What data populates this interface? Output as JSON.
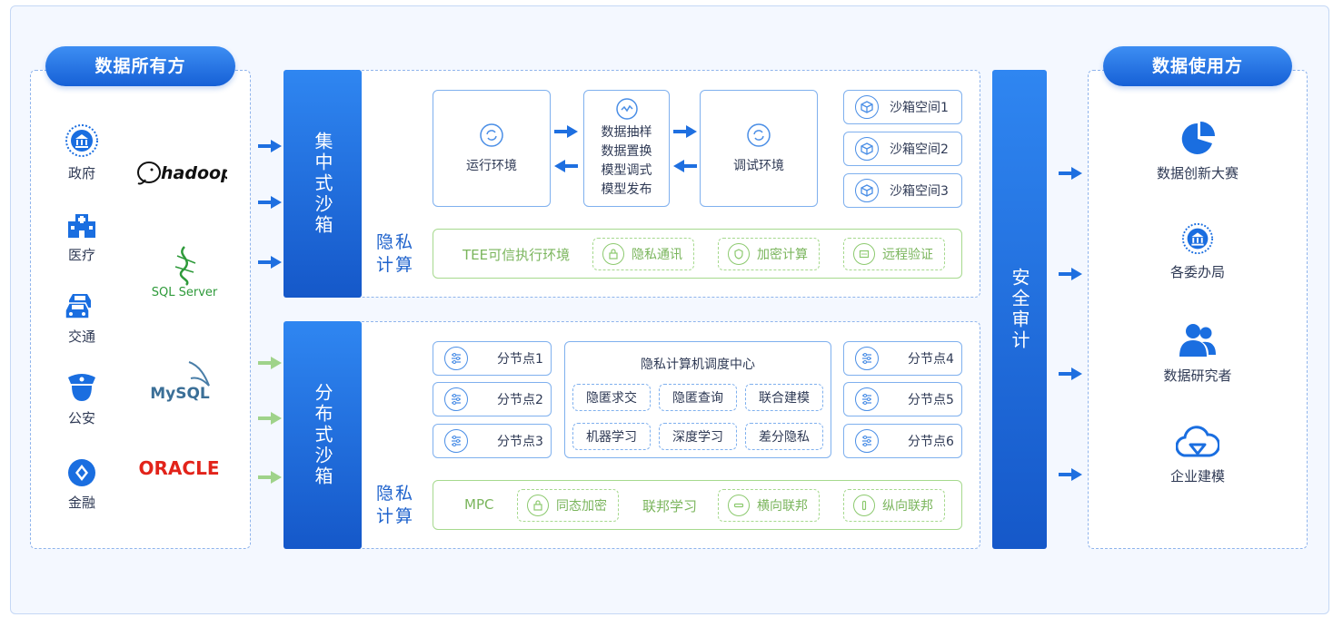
{
  "owners": {
    "title": "数据所有方",
    "items": [
      {
        "label": "政府",
        "icon": "government-badge-icon"
      },
      {
        "label": "医疗",
        "icon": "hospital-icon"
      },
      {
        "label": "交通",
        "icon": "cars-icon"
      },
      {
        "label": "公安",
        "icon": "police-icon"
      },
      {
        "label": "金融",
        "icon": "finance-icon"
      }
    ],
    "databases": [
      {
        "label": "hadoop",
        "icon": "hadoop-elephant-logo"
      },
      {
        "label": "SQL Server",
        "icon": "sql-server-logo"
      },
      {
        "label": "MySQL",
        "icon": "mysql-dolphin-logo"
      },
      {
        "label": "ORACLE",
        "icon": "oracle-logo"
      }
    ]
  },
  "centralized": {
    "title": "集中式沙箱",
    "run_env": "运行环境",
    "ops": [
      "数据抽样",
      "数据置换",
      "模型调式",
      "模型发布"
    ],
    "debug_env": "调试环境",
    "spaces": [
      "沙箱空间1",
      "沙箱空间2",
      "沙箱空间3"
    ],
    "privacy_label": "隐私计算",
    "tee": "TEE可信执行环境",
    "tee_items": [
      "隐私通讯",
      "加密计算",
      "远程验证"
    ]
  },
  "distributed": {
    "title": "分布式沙箱",
    "left_nodes": [
      "分节点1",
      "分节点2",
      "分节点3"
    ],
    "center_title": "隐私计算机调度中心",
    "center_tags": [
      "隐匿求交",
      "隐匿查询",
      "联合建模",
      "机器学习",
      "深度学习",
      "差分隐私"
    ],
    "right_nodes": [
      "分节点4",
      "分节点5",
      "分节点6"
    ],
    "privacy_label": "隐私计算",
    "mpc": "MPC",
    "mpc_item": "同态加密",
    "fed": "联邦学习",
    "fed_items": [
      "横向联邦",
      "纵向联邦"
    ]
  },
  "audit": {
    "title": "安全审计"
  },
  "users": {
    "title": "数据使用方",
    "items": [
      {
        "label": "数据创新大赛",
        "icon": "pie-chart-icon"
      },
      {
        "label": "各委办局",
        "icon": "government-badge-icon"
      },
      {
        "label": "数据研究者",
        "icon": "people-icon"
      },
      {
        "label": "企业建模",
        "icon": "cloud-icon"
      }
    ]
  },
  "colors": {
    "primary": "#1e6fe0",
    "green": "#7ab55c",
    "dashed": "#8fb4ec"
  }
}
